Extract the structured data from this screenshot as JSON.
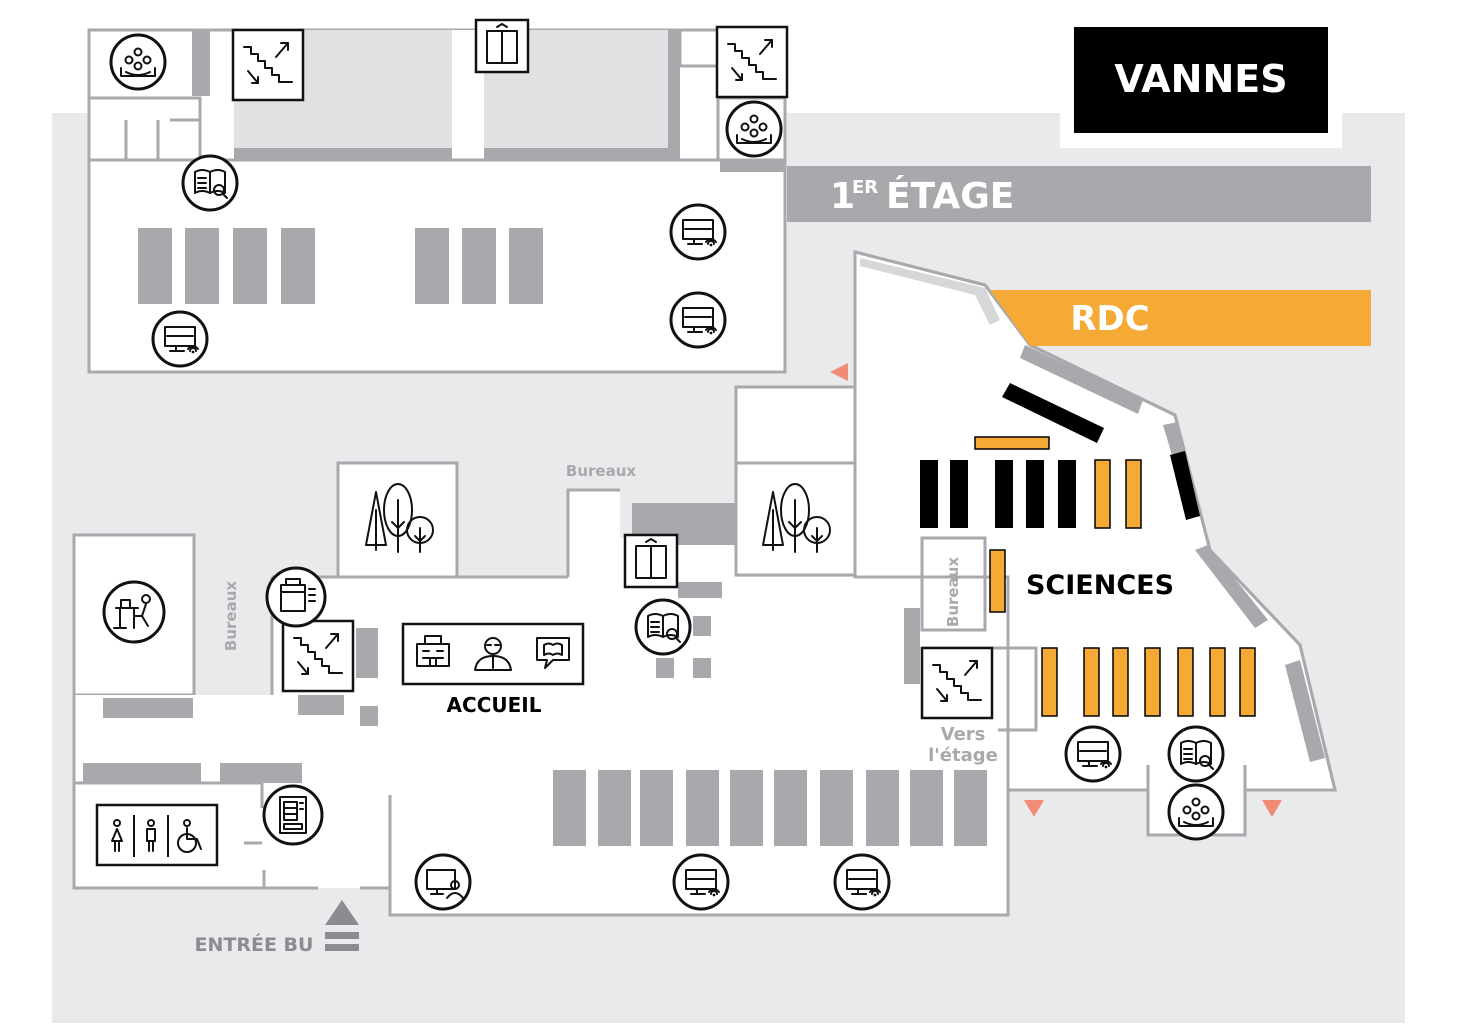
{
  "campus": "VANNES",
  "levels": {
    "upper": "1",
    "upper_suffix": "ER",
    "upper_rest": "ÉTAGE",
    "ground": "RDC"
  },
  "areas": {
    "sciences": "SCIENCES",
    "accueil": "ACCUEIL",
    "bureaux": "Bureaux",
    "vers_line1": "Vers",
    "vers_line2": "l'étage",
    "entree": "ENTRÉE BU"
  },
  "colors": {
    "background_grey": "#e9eaeb",
    "shelf_grey": "#a9a9ad",
    "accent_orange": "#f5aa35",
    "arrow_salmon": "#f08c73",
    "black": "#000000"
  },
  "icons": [
    "group-work-icon",
    "stairs-icon",
    "elevator-icon",
    "book-search-icon",
    "computer-wifi-icon",
    "tree-icon",
    "study-desk-icon",
    "printer-copier-icon",
    "reception-building-icon",
    "person-icon",
    "speech-book-icon",
    "restroom-icon",
    "wheelchair-icon",
    "vending-machine-icon",
    "computer-user-icon"
  ]
}
